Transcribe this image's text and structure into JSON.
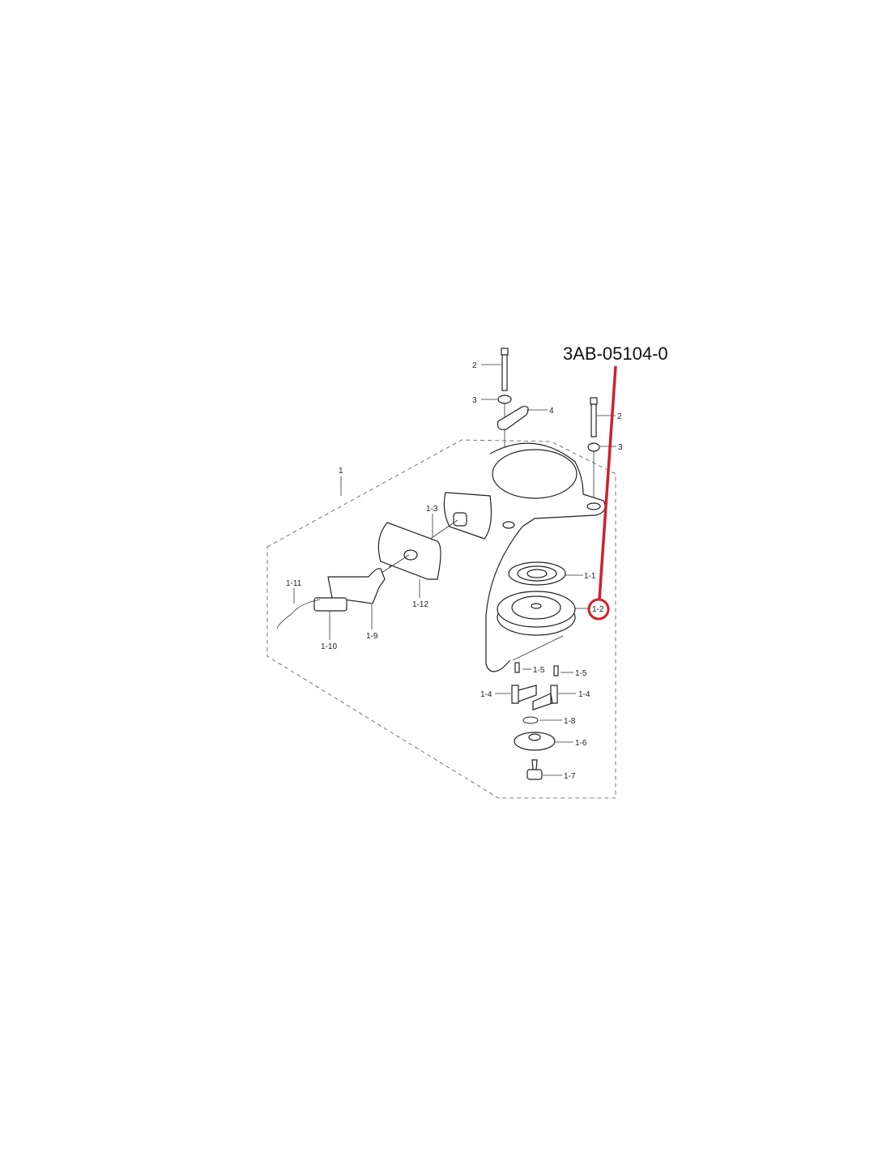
{
  "diagram": {
    "part_number": "3AB-05104-0",
    "highlight_color": "#d0202a",
    "highlighted_label": "1-2",
    "callouts": {
      "bolt_left": "2",
      "washer_left": "3",
      "plate": "4",
      "bolt_right": "2",
      "washer_right": "3",
      "assembly": "1",
      "grommet": "1-3",
      "spring": "1-1",
      "pulley": "1-2",
      "clip": "1-11",
      "guide": "1-12",
      "handle": "1-9",
      "handle_insert": "1-10",
      "spring_small_left": "1-5",
      "spring_small_right": "1-5",
      "pawl_left": "1-4",
      "pawl_right": "1-4",
      "ring": "1-8",
      "drive_plate": "1-6",
      "screw": "1-7"
    }
  }
}
